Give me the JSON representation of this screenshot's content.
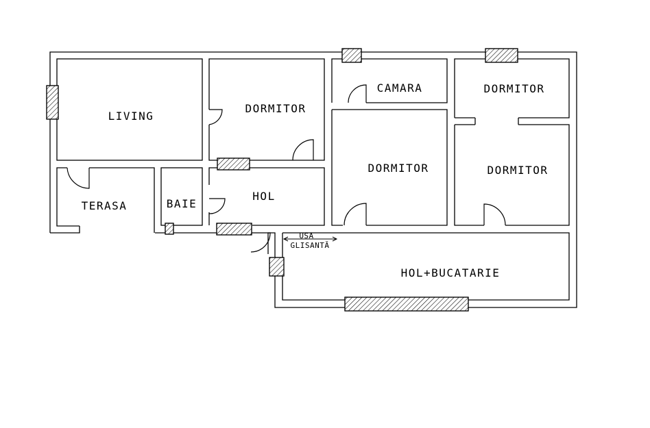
{
  "rooms": {
    "living": "LIVING",
    "dormitor_1": "DORMITOR",
    "camara": "CAMARA",
    "dormitor_2": "DORMITOR",
    "dormitor_3": "DORMITOR",
    "dormitor_4": "DORMITOR",
    "terasa": "TERASA",
    "baie": "BAIE",
    "hol": "HOL",
    "hol_bucatarie": "HOL+BUCATARIE"
  },
  "notes": {
    "usa": "USA",
    "glisanta": "GLISANTĂ"
  },
  "colors": {
    "line": "#000000",
    "background": "#ffffff"
  }
}
